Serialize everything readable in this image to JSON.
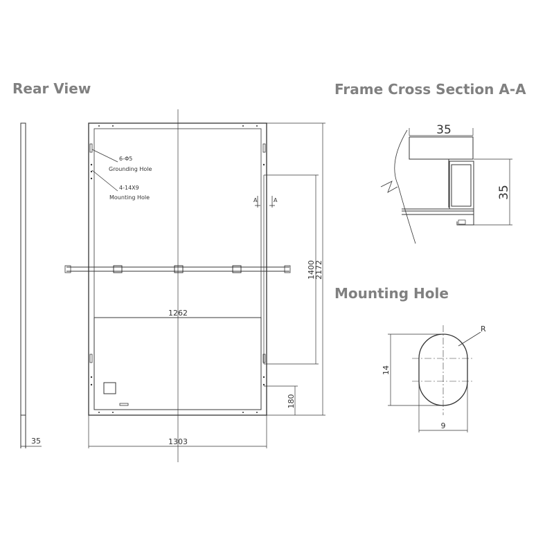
{
  "titles": {
    "rear_view": "Rear View",
    "frame_cross_section": "Frame Cross Section A-A",
    "mounting_hole": "Mounting Hole"
  },
  "rear_view": {
    "grounding_hole_count": "6-Φ5",
    "grounding_hole_label": "Grounding Hole",
    "mounting_hole_count": "4-14X9",
    "mounting_hole_label": "Mounting Hole",
    "section_marker": "A",
    "dim_inner_width": "1262",
    "dim_outer_width": "1303",
    "dim_mount_spacing": "1400",
    "dim_length": "2172",
    "dim_bottom_offset": "180",
    "dim_side_thickness": "35"
  },
  "cross_section": {
    "dim_width": "35",
    "dim_height": "35"
  },
  "mounting_hole_detail": {
    "radius_label": "R",
    "dim_length": "14",
    "dim_width": "9"
  },
  "colors": {
    "line": "#333333",
    "title": "#808080"
  }
}
